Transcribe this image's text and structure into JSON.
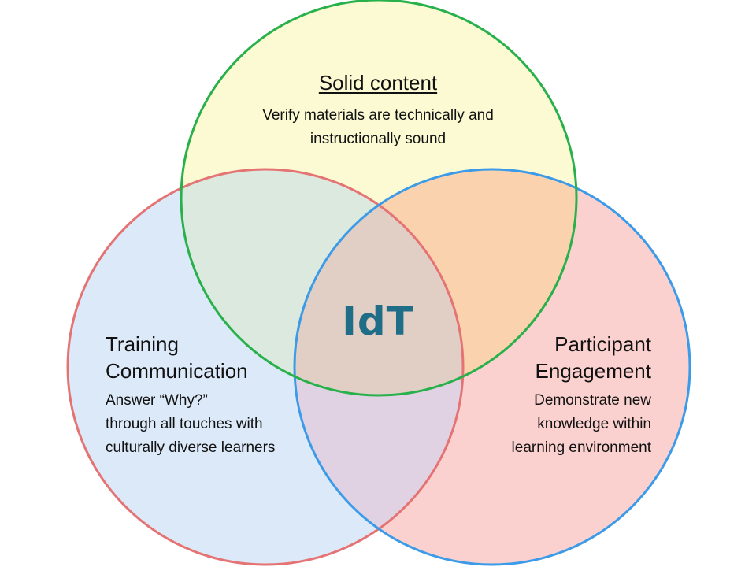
{
  "sets": [
    {
      "id": "solid",
      "title": "Solid content",
      "description_lines": [
        "Verify materials are technically and",
        "instructionally sound"
      ],
      "fill": "#fcfad2",
      "stroke": "#28b04b"
    },
    {
      "id": "training",
      "title_lines": [
        "Training",
        "Communication"
      ],
      "description_lines": [
        "Answer “Why?”",
        "through all touches with",
        "culturally diverse learners"
      ],
      "fill": "#dce9f8",
      "stroke": "#e57373"
    },
    {
      "id": "participant",
      "title_lines": [
        "Participant",
        "Engagement"
      ],
      "description_lines": [
        "Demonstrate new",
        "knowledge within",
        "learning environment"
      ],
      "fill": "#fbd1d0",
      "stroke": "#3c9be8"
    }
  ],
  "overlaps": {
    "solid_training": "#dbe9de",
    "solid_participant": "#fbd2ae",
    "training_participant": "#e1d2e3",
    "center": "#e1cfc6"
  },
  "center_logo": {
    "text": "IdT",
    "color": "#1f6d86"
  }
}
